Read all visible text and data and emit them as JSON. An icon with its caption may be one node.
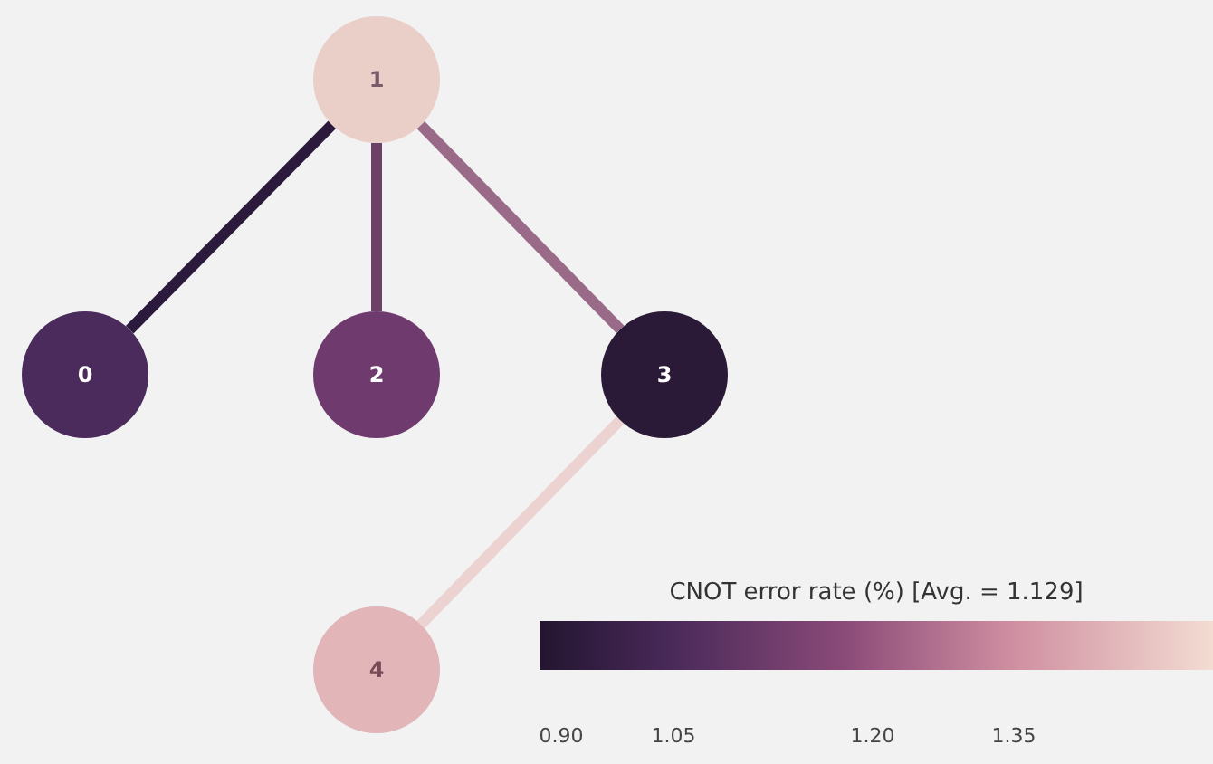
{
  "diagram": {
    "nodes": [
      {
        "text": [
          "0"
        ]
      },
      {
        "text": [
          "1"
        ]
      },
      {
        "text": [
          "2"
        ]
      },
      {
        "text": [
          "3"
        ]
      },
      {
        "text": [
          "4"
        ]
      }
    ],
    "edges": [
      {
        "from": 1,
        "to": 0,
        "arrow": "none",
        "color": "#2b1a3c"
      },
      {
        "from": 1,
        "to": 2,
        "arrow": "none",
        "color": "#6b4168"
      },
      {
        "from": 1,
        "to": 3,
        "arrow": "none",
        "color": "#9a6b88"
      },
      {
        "from": 3,
        "to": 4,
        "arrow": "none",
        "color": "#ecd2d0"
      }
    ],
    "labels": [
      "CNOT error rate (%) [Avg. = 1.129]",
      "0.90",
      "1.05",
      "1.20",
      "1.35"
    ]
  }
}
